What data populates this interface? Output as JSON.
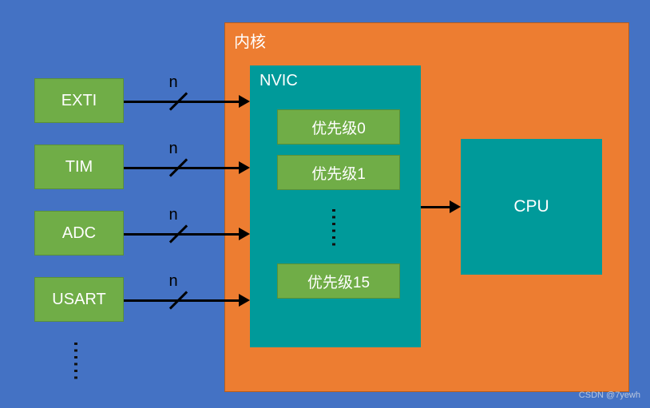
{
  "kernel": {
    "label": "内核"
  },
  "nvic": {
    "label": "NVIC",
    "priorities": [
      {
        "label": "优先级0"
      },
      {
        "label": "优先级1"
      },
      {
        "label": "优先级15"
      }
    ]
  },
  "cpu": {
    "label": "CPU"
  },
  "peripherals": [
    {
      "label": "EXTI"
    },
    {
      "label": "TIM"
    },
    {
      "label": "ADC"
    },
    {
      "label": "USART"
    }
  ],
  "bus": {
    "width_label": "n"
  },
  "watermark": {
    "text": "CSDN @7yewh"
  },
  "colors": {
    "background": "#4472c4",
    "kernel_box": "#ed7d31",
    "peripheral_box": "#70ad47",
    "priority_box": "#70ad47",
    "nvic_box": "#009a9a",
    "cpu_box": "#009a9a",
    "arrow": "#000000",
    "label_text": "#ffffff"
  }
}
